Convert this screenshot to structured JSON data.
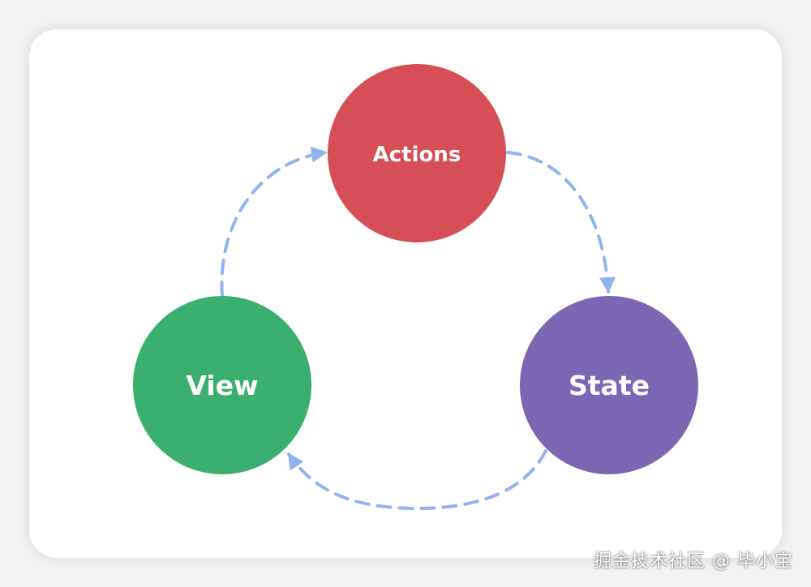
{
  "diagram": {
    "nodes": {
      "actions": {
        "label": "Actions",
        "color": "#d64f56"
      },
      "state": {
        "label": "State",
        "color": "#7b67b3"
      },
      "view": {
        "label": "View",
        "color": "#3aaf6e"
      }
    },
    "edges": [
      {
        "from": "Actions",
        "to": "State"
      },
      {
        "from": "State",
        "to": "View"
      },
      {
        "from": "View",
        "to": "Actions"
      }
    ],
    "edge_color": "#92b4ec"
  },
  "watermark": {
    "text": "掘金技术社区 @ 毕小宝"
  }
}
